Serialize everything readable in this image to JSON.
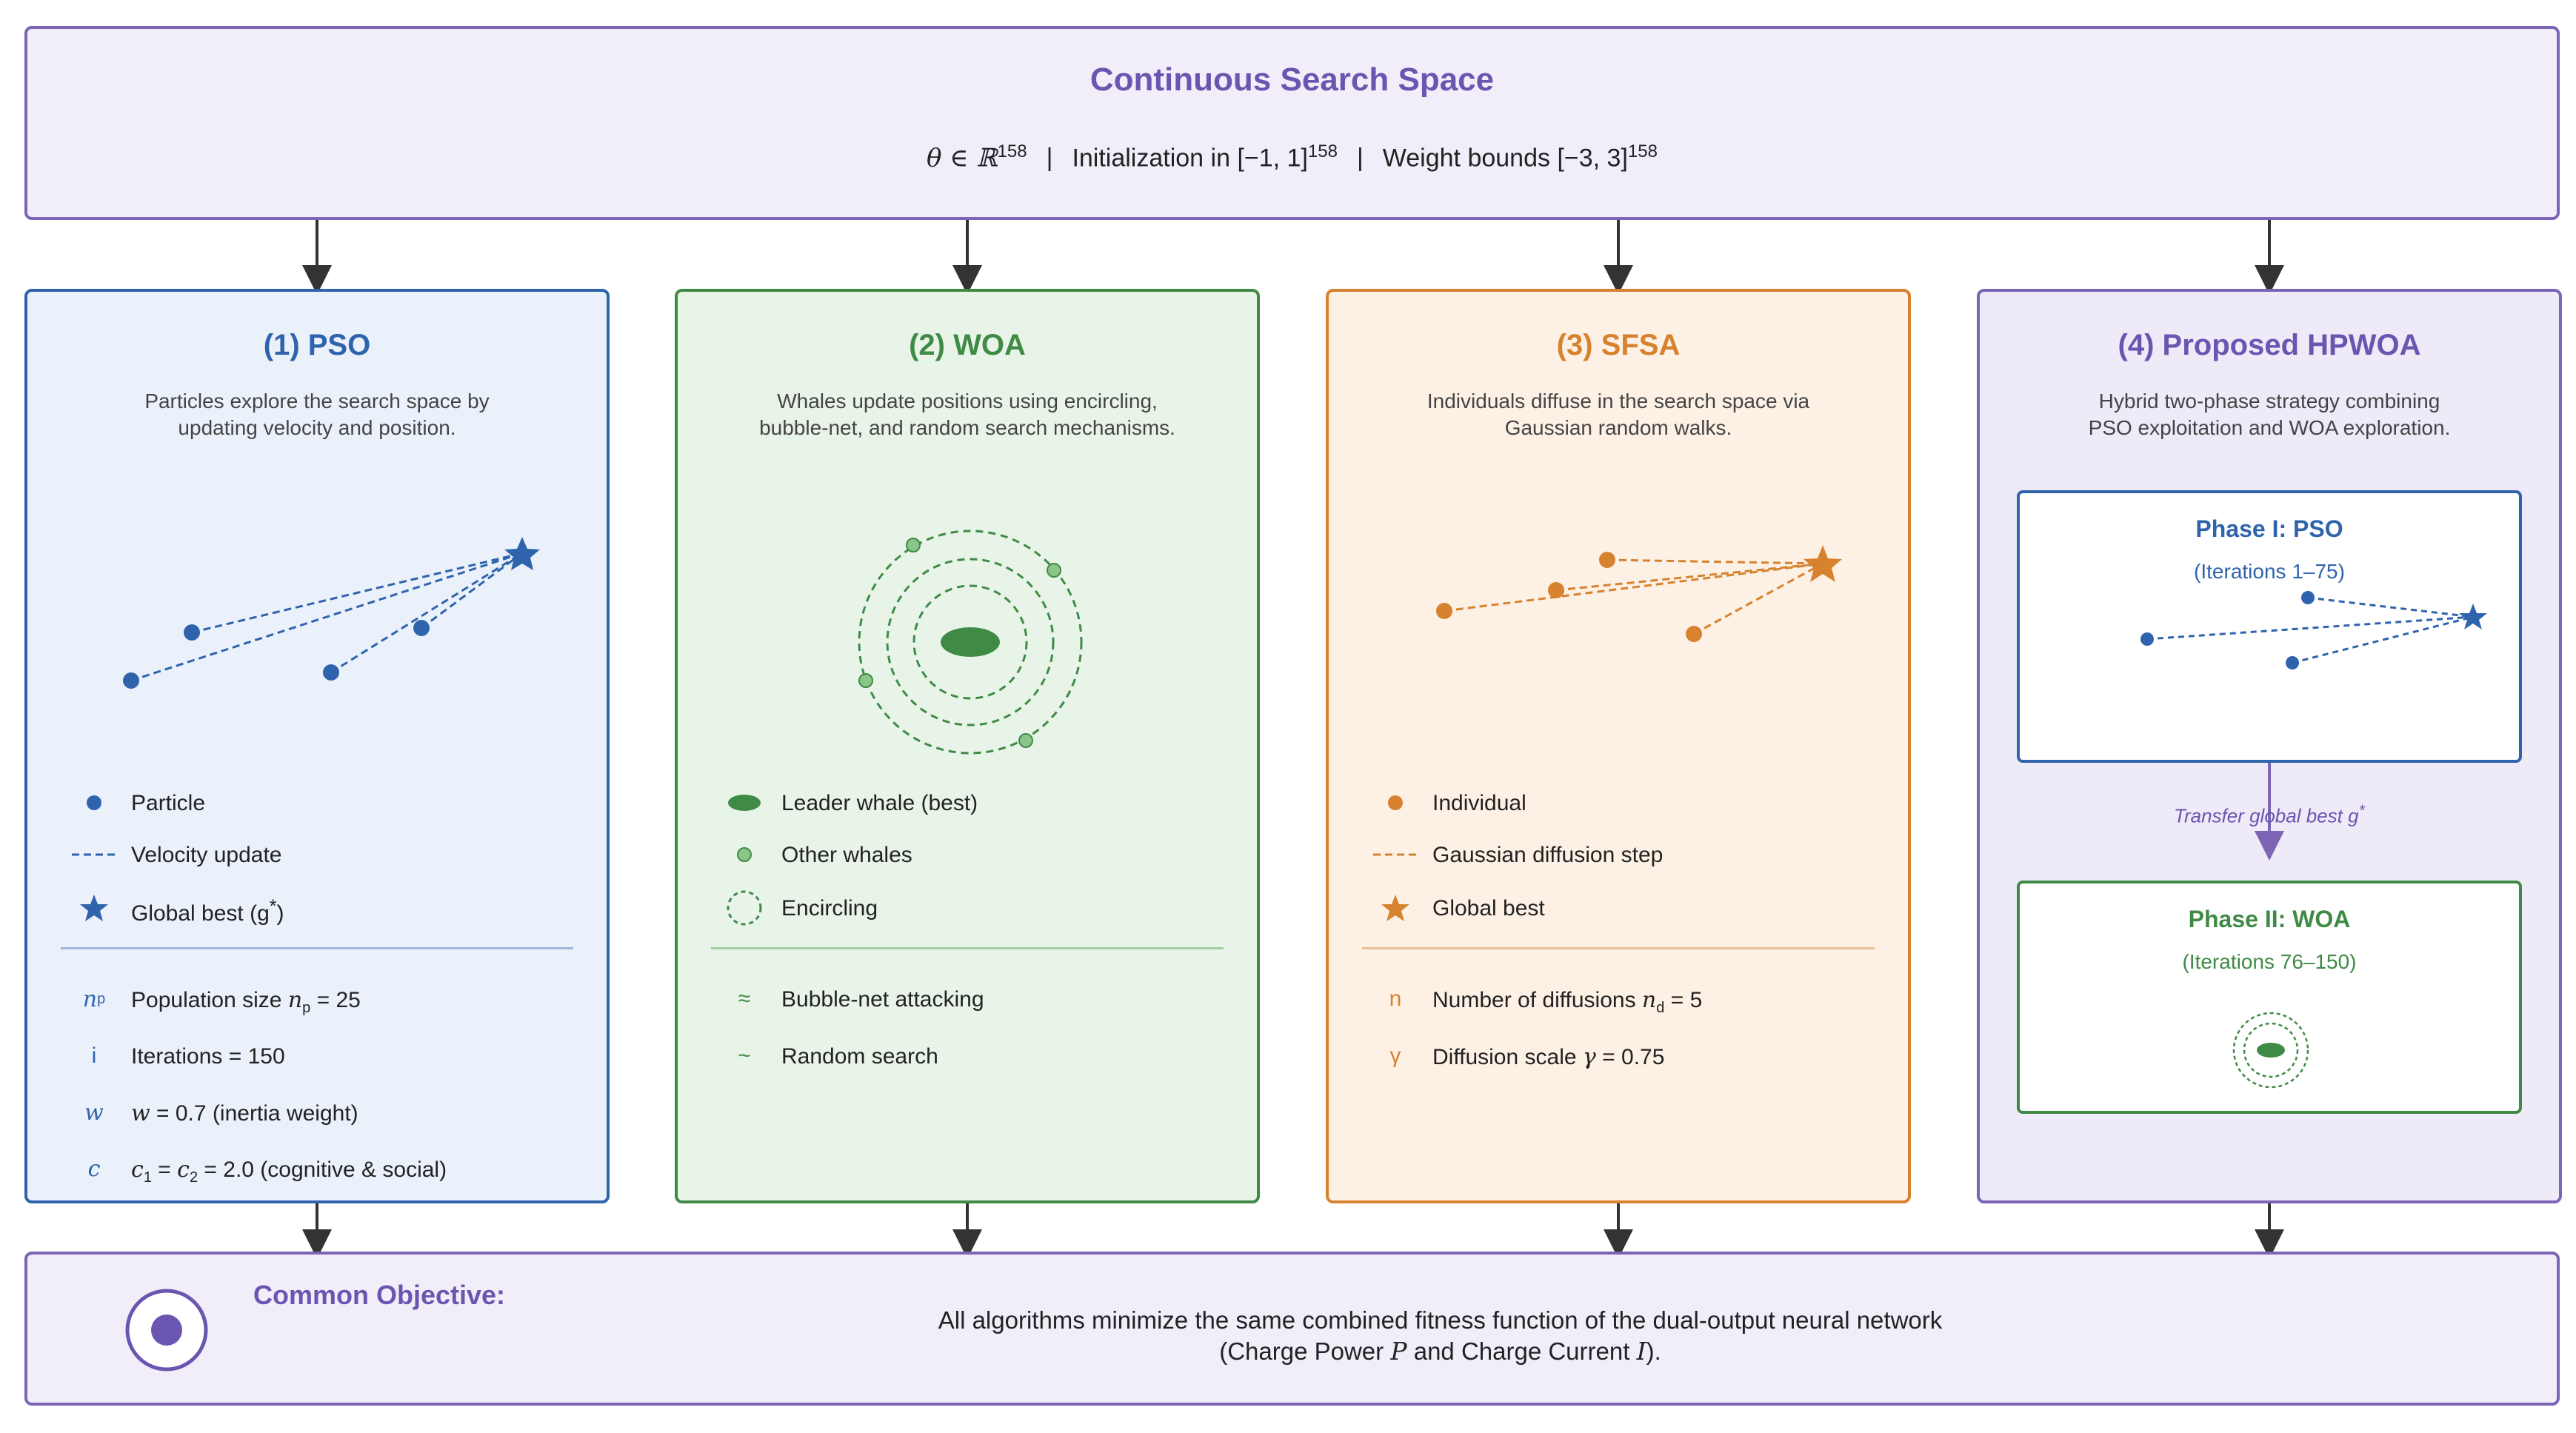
{
  "header": {
    "title": "Continuous Search Space",
    "theta": "θ ∈ ℝ",
    "theta_exp": "158",
    "separator": "|",
    "init_text": "Initialization in [−1, 1]",
    "init_exp": "158",
    "bounds_text": "Weight bounds [−3, 3]",
    "bounds_exp": "158"
  },
  "pso": {
    "title": "(1) PSO",
    "desc_line1": "Particles explore the search space by",
    "desc_line2": "updating velocity and position.",
    "legend_particle": "Particle",
    "legend_velocity": "Velocity update",
    "legend_global_best": "Global best (g",
    "legend_global_best_sup": "*",
    "legend_global_best_end": ")",
    "param_np_symbol": "n",
    "param_np_symbol_sub": "p",
    "param_np_text": "Population size ",
    "param_np_var": "n",
    "param_np_var_sub": "p",
    "param_np_value": " = 25",
    "param_i_symbol": "i",
    "param_i_text": "Iterations = 150",
    "param_w_symbol": "w",
    "param_w_var": "w",
    "param_w_text": " = 0.7 (inertia weight)",
    "param_c_symbol": "c",
    "param_c1": "c",
    "param_c1_sub": "1",
    "param_c_eq": " = ",
    "param_c2": "c",
    "param_c2_sub": "2",
    "param_c_text": " = 2.0 (cognitive & social)"
  },
  "woa": {
    "title": "(2) WOA",
    "desc_line1": "Whales update positions using encircling,",
    "desc_line2": "bubble-net, and random search mechanisms.",
    "legend_leader": "Leader whale (best)",
    "legend_other": "Other whales",
    "legend_encircling": "Encircling",
    "bubble_symbol": "≈",
    "bubble_text": "Bubble-net attacking",
    "random_symbol": "~",
    "random_text": "Random search"
  },
  "sfsa": {
    "title": "(3) SFSA",
    "desc_line1": "Individuals diffuse in the search space via",
    "desc_line2": "Gaussian random walks.",
    "legend_individual": "Individual",
    "legend_diffusion": "Gaussian diffusion step",
    "legend_global_best": "Global best",
    "param_n_symbol": "n",
    "param_n_text": "Number of diffusions ",
    "param_n_var": "n",
    "param_n_var_sub": "d",
    "param_n_value": " = 5",
    "param_gamma_symbol": "γ",
    "param_gamma_text": "Diffusion scale ",
    "param_gamma_var": "γ",
    "param_gamma_value": " = 0.75"
  },
  "hpwoa": {
    "title": "(4) Proposed HPWOA",
    "desc_line1": "Hybrid two-phase strategy combining",
    "desc_line2": "PSO exploitation and WOA exploration.",
    "phase1_title": "Phase I: PSO",
    "phase1_sub": "(Iterations 1–75)",
    "transfer_text": "Transfer global best g",
    "transfer_sup": "*",
    "phase2_title": "Phase II: WOA",
    "phase2_sub": "(Iterations 76–150)"
  },
  "footer": {
    "title": "Common Objective:",
    "line1": "All algorithms minimize the same combined fitness function of the dual-output neural network",
    "line2_a": "(Charge Power ",
    "line2_p": "P",
    "line2_b": " and Charge Current ",
    "line2_i": "I",
    "line2_c": ")."
  },
  "colors": {
    "purple": "#7c65b5",
    "blue": "#2f64ad",
    "green": "#3f8b46",
    "orange": "#d7822f"
  }
}
